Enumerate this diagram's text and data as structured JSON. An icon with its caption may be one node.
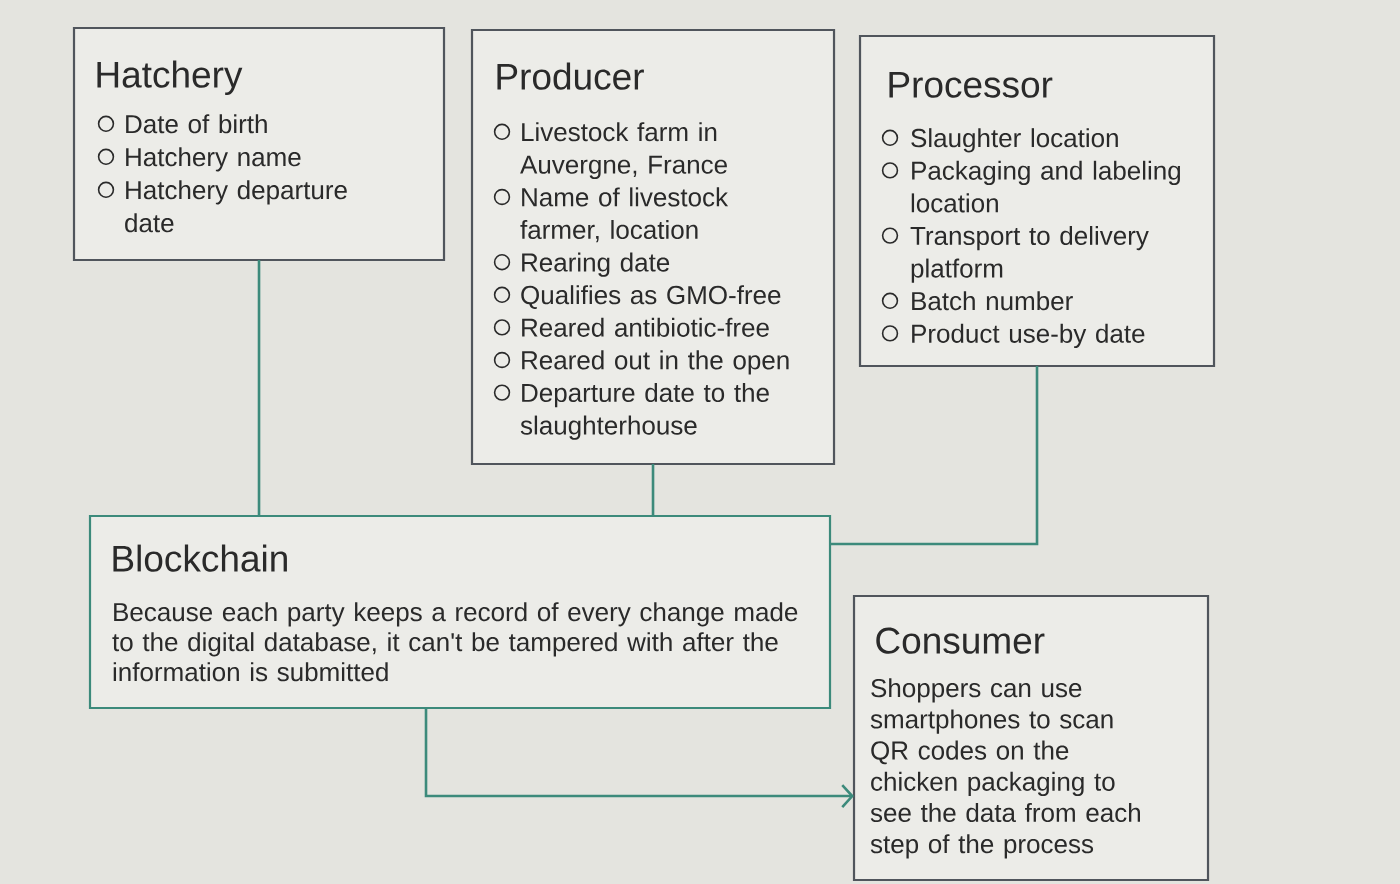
{
  "diagram": {
    "nodes": [
      {
        "text": [
          "Hatchery",
          "Date of birth",
          "Hatchery name",
          "Hatchery departure date"
        ]
      },
      {
        "text": [
          "Producer",
          "Livestock farm in Auvergne, France",
          "Name of livestock farmer, location",
          "Rearing date",
          "Qualifies as GMO-free",
          "Reared antibiotic-free",
          "Reared out in the open",
          "Departure date to the slaughterhouse"
        ]
      },
      {
        "text": [
          "Processor",
          "Slaughter location",
          "Packaging and labeling location",
          "Transport to delivery platform",
          "Batch number",
          "Product use-by date"
        ]
      },
      {
        "text": [
          "Blockchain",
          "Because each party keeps a record of every change made to the digital database, it can't be tampered with after the information is submitted"
        ]
      },
      {
        "text": [
          "Consumer",
          "Shoppers can use smartphones to scan QR codes on the chicken packaging to see the data from each step of the process"
        ]
      }
    ],
    "edges": [
      {
        "from": 0,
        "to": 3,
        "arrow": "none"
      },
      {
        "from": 1,
        "to": 3,
        "arrow": "none"
      },
      {
        "from": 2,
        "to": 3,
        "arrow": "none"
      },
      {
        "from": 3,
        "to": 4,
        "arrow": "to"
      }
    ]
  }
}
